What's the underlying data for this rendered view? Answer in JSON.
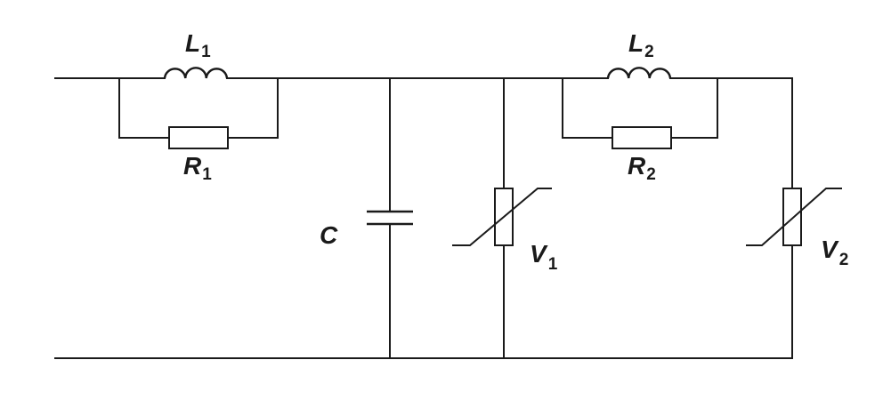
{
  "components": {
    "L1": {
      "symbol": "L",
      "subscript": "1"
    },
    "R1": {
      "symbol": "R",
      "subscript": "1"
    },
    "C": {
      "symbol": "C",
      "subscript": ""
    },
    "V1": {
      "symbol": "V",
      "subscript": "1"
    },
    "L2": {
      "symbol": "L",
      "subscript": "2"
    },
    "R2": {
      "symbol": "R",
      "subscript": "2"
    },
    "V2": {
      "symbol": "V",
      "subscript": "2"
    }
  }
}
